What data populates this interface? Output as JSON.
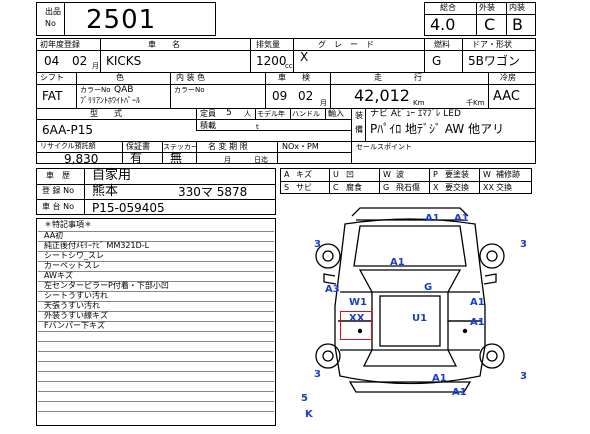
{
  "header": {
    "lot_label_top": "出品",
    "lot_label_bottom": "No",
    "lot_number": "2501"
  },
  "score": {
    "total_label": "総合",
    "exterior_label": "外装",
    "interior_label": "内装",
    "total": "4.0",
    "exterior": "C",
    "interior": "B"
  },
  "row1": {
    "year_label": "初年度登録",
    "car_label": "車　　名",
    "displacement_label": "排気量",
    "grade_label": "グ　レ　ー　ド",
    "fuel_label": "燃料",
    "door_label": "ドア・形状",
    "year": "04",
    "month": "02",
    "month_unit": "月",
    "car_name": "KICKS",
    "displacement": "1200",
    "cc_unit": "cc",
    "grade": "X",
    "fuel": "G",
    "body": "5Bワゴン"
  },
  "row2": {
    "shift_label": "シフト",
    "color_label": "色",
    "interior_color_label": "内 装 色",
    "inspection_label": "車　　検",
    "mileage_label": "走　　　　行",
    "ac_label": "冷房",
    "shift": "FAT",
    "color_no_label": "カラーNo",
    "color_no": "QAB",
    "color_name": "ﾌﾞﾘﾘｱﾝﾄﾎﾜｲﾄﾊﾟｰﾙ",
    "int_color_no_label": "カラーNo",
    "insp_year": "09",
    "insp_month": "02",
    "insp_month_unit": "月",
    "mileage": "42,012",
    "km_unit": "Km",
    "thousand_unit": "千Km",
    "ac": "AAC"
  },
  "row3": {
    "model_label": "型　　式",
    "capacity_label": "定員",
    "capacity": "5",
    "capacity_unit": "人",
    "model_year_label": "モデル年",
    "handle_label": "ハンドル",
    "import_label": "輸入",
    "load_label": "積載",
    "load_unit": "t",
    "equipment_label_top": "装",
    "equipment_label_bottom": "備",
    "model": "6AA-P15",
    "equipment_line1": "ナビ Aﾋﾞｭｰ ｴﾏﾌﾞﾚ LED",
    "equipment_line2": "Pﾊﾟｲﾛ 地ﾃﾞｼﾞ AW 他アリ"
  },
  "row4": {
    "recycle_label": "リサイクル預託額",
    "warranty_label": "保証書",
    "sticker_label": "ステッカー",
    "transfer_label": "名 変 期 限",
    "nox_label": "NOx・PM",
    "sales_point_label": "セールスポイント",
    "recycle": "9,830",
    "warranty": "有",
    "sticker": "無",
    "transfer_month_unit": "月",
    "transfer_day_unit": "日迄"
  },
  "history": {
    "history_label": "車　歴",
    "history": "自家用",
    "reg_label": "登 録 No",
    "reg_region": "熊本",
    "reg_number": "330マ 5878",
    "chassis_label": "車 台 No",
    "chassis": "P15-059405"
  },
  "legend": [
    {
      "code": "A",
      "label": "キズ"
    },
    {
      "code": "U",
      "label": "凹"
    },
    {
      "code": "W",
      "label": "波"
    },
    {
      "code": "P",
      "label": "要塗装"
    },
    {
      "code": "W",
      "label": "補修跡"
    },
    {
      "code": "S",
      "label": "サビ"
    },
    {
      "code": "C",
      "label": "腐食"
    },
    {
      "code": "G",
      "label": "飛石傷"
    },
    {
      "code": "X",
      "label": "要交換"
    },
    {
      "code": "XX",
      "label": "交換"
    }
  ],
  "notes": {
    "title": "＊特記事項＊",
    "lines": [
      "AA初",
      "純正後付ﾒﾓﾘｰﾅﾋﾞ MM321D-L",
      "シートシワ_スレ",
      "カーペットスレ",
      "AWキズ",
      "左センターピラーP付着・下部小凹",
      "シートうすい汚れ",
      "天張うすい汚れ",
      "外装うすい線キズ",
      "Fバンパー下キズ"
    ]
  },
  "damage_marks": {
    "front_bumper_left": "A1",
    "front_bumper_right": "A1",
    "front_left_corner": "3",
    "front_right_corner": "3",
    "hood": "A1",
    "windshield_left": "A3",
    "windshield_glass": "G",
    "left_front_door": "W1",
    "left_center": "XX",
    "roof": "U1",
    "right_front_door": "A1",
    "right_rear_door": "A1",
    "left_rear_corner": "3",
    "rear_right_corner": "3",
    "rear_bumper": "A1",
    "rear_bumper_lower": "A1",
    "left_bottom_number": "5",
    "left_bottom_letter": "K"
  },
  "colors": {
    "ink": "#000000",
    "marks": "#1a3ec8",
    "highlight": "#d11111"
  }
}
